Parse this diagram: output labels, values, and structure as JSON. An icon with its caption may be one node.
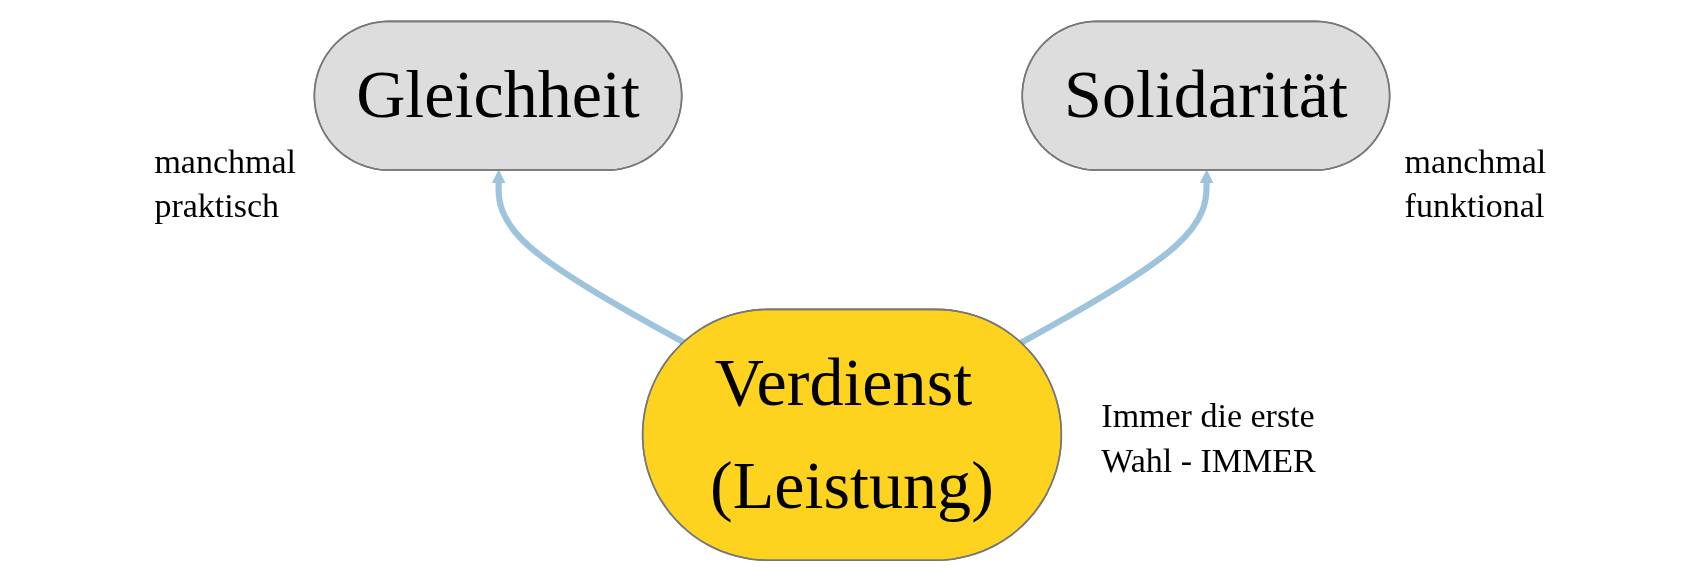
{
  "diagram": {
    "nodes": [
      {
        "text": [
          "Gleichheit"
        ],
        "beside": [
          "manchmal praktisch"
        ]
      },
      {
        "text": [
          "Solidarität"
        ],
        "beside": [
          "manchmal funktional"
        ]
      },
      {
        "text": [
          "Verdienst (Leistung)"
        ],
        "beside": [
          "Immer die erste Wahl - IMMER"
        ]
      }
    ],
    "edges": [
      {
        "from": 2,
        "to": 0,
        "arrow": "to"
      },
      {
        "from": 2,
        "to": 1,
        "arrow": "to"
      }
    ]
  }
}
